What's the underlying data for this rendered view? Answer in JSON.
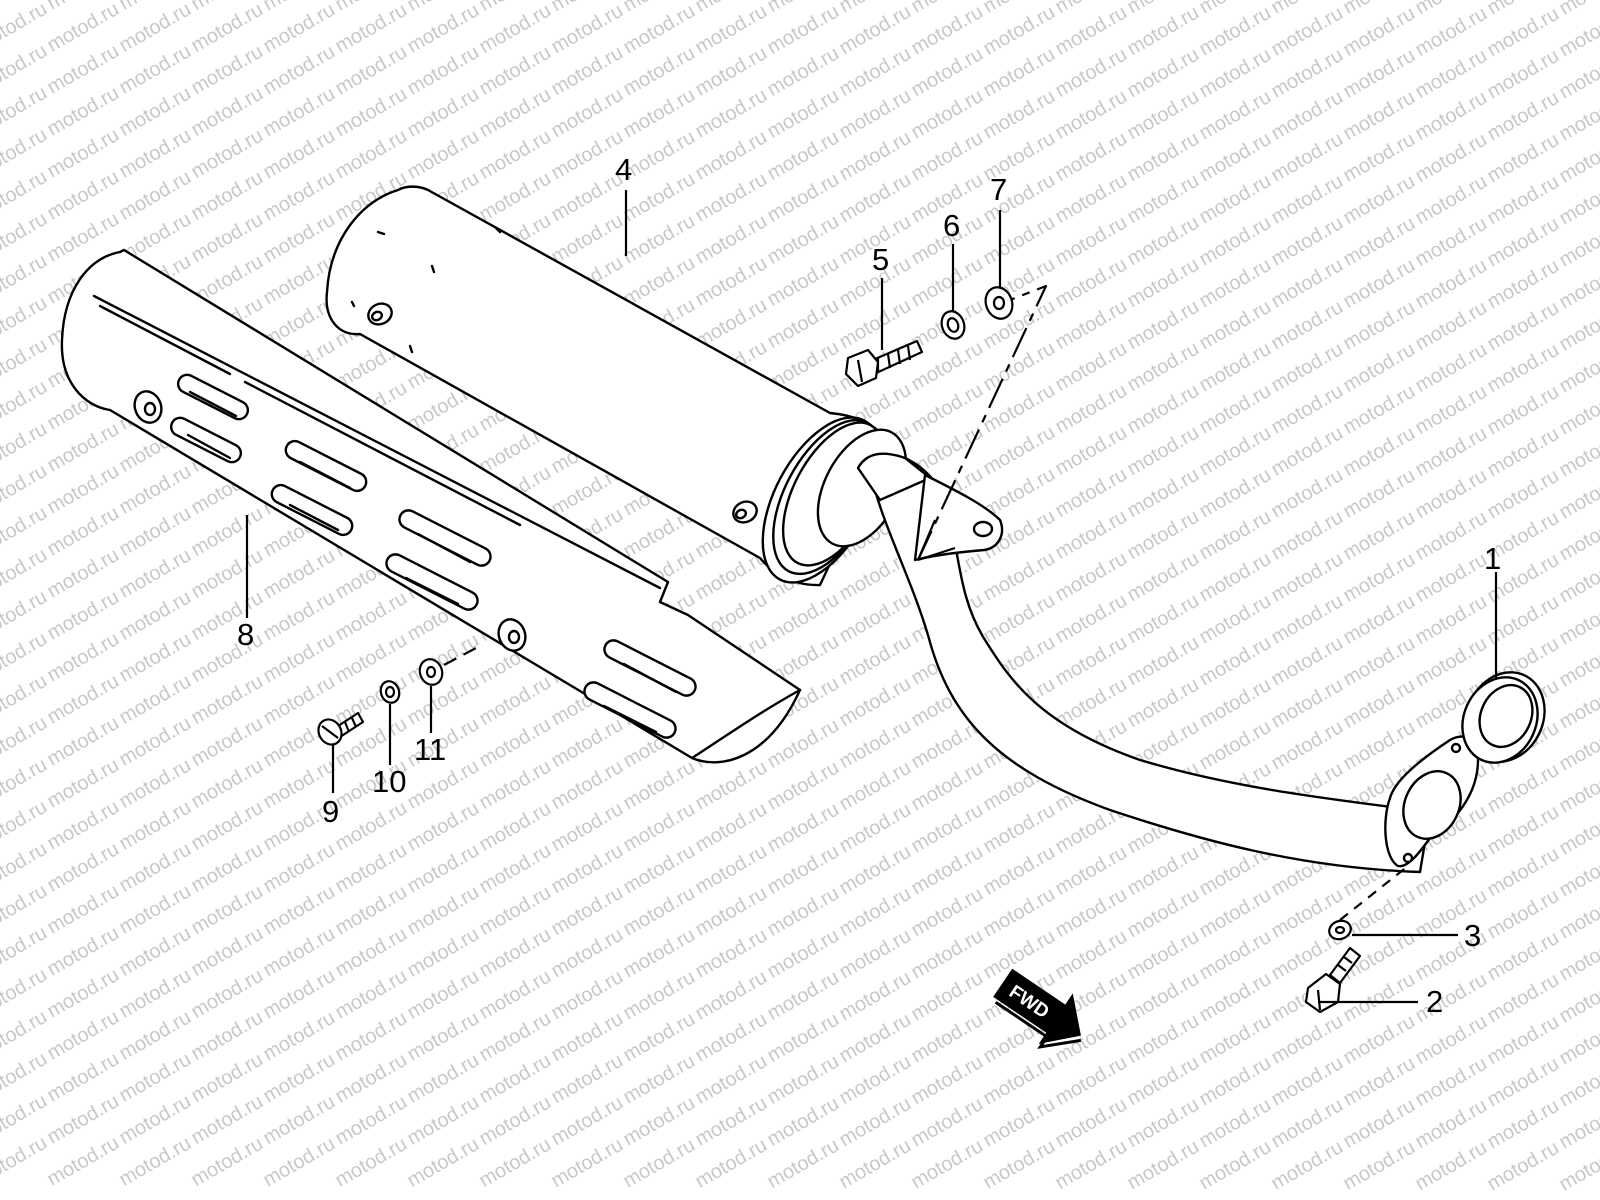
{
  "diagram": {
    "watermark": "motod.ru",
    "direction_label": "FWD",
    "callouts": [
      {
        "id": "1",
        "label": "1"
      },
      {
        "id": "2",
        "label": "2"
      },
      {
        "id": "3",
        "label": "3"
      },
      {
        "id": "4",
        "label": "4"
      },
      {
        "id": "5",
        "label": "5"
      },
      {
        "id": "6",
        "label": "6"
      },
      {
        "id": "7",
        "label": "7"
      },
      {
        "id": "8",
        "label": "8"
      },
      {
        "id": "9",
        "label": "9"
      },
      {
        "id": "10",
        "label": "10"
      },
      {
        "id": "11",
        "label": "11"
      }
    ],
    "colors": {
      "line": "#000000",
      "watermark": "#c8c8c8",
      "background": "#ffffff"
    }
  }
}
